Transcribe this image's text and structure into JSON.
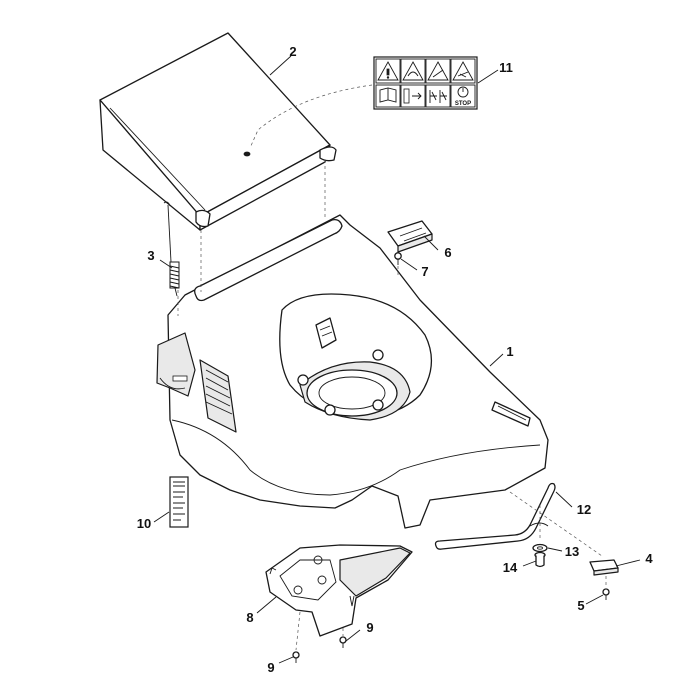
{
  "diagram": {
    "callouts": [
      {
        "id": "c1",
        "label": "1"
      },
      {
        "id": "c2",
        "label": "2"
      },
      {
        "id": "c3",
        "label": "3"
      },
      {
        "id": "c4",
        "label": "4"
      },
      {
        "id": "c5",
        "label": "5"
      },
      {
        "id": "c6",
        "label": "6"
      },
      {
        "id": "c7",
        "label": "7"
      },
      {
        "id": "c8",
        "label": "8"
      },
      {
        "id": "c9a",
        "label": "9"
      },
      {
        "id": "c9b",
        "label": "9"
      },
      {
        "id": "c10",
        "label": "10"
      },
      {
        "id": "c11",
        "label": "11"
      },
      {
        "id": "c12",
        "label": "12"
      },
      {
        "id": "c13",
        "label": "13"
      },
      {
        "id": "c14",
        "label": "14"
      }
    ],
    "warning_label": {
      "stop_text": "STOP"
    }
  }
}
